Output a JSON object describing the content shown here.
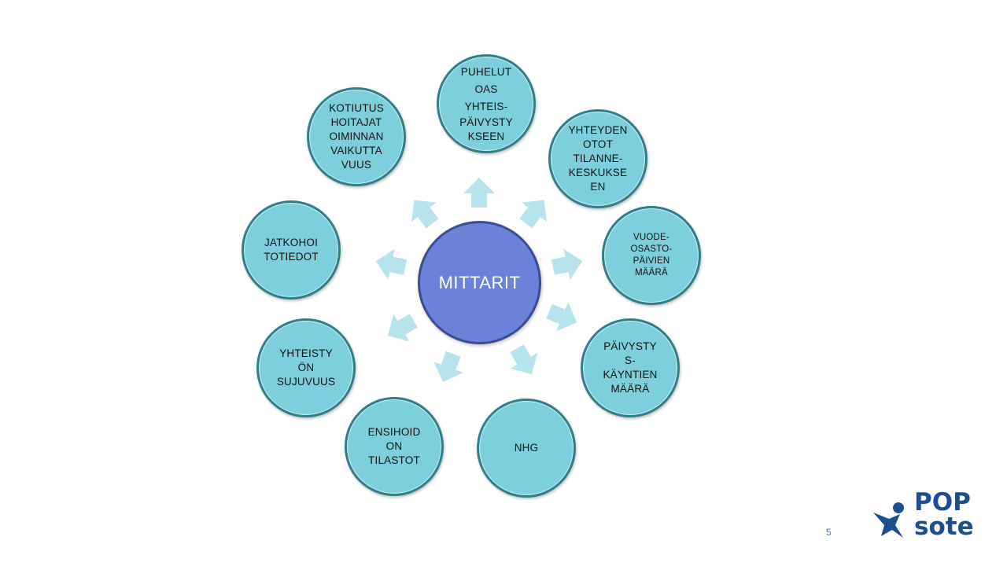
{
  "center": {
    "label": "MITTARIT"
  },
  "nodes": [
    {
      "id": "puhelut",
      "lines": [
        "PUHELUT",
        "OAS",
        "YHTEIS-",
        "PÄIVYSTY",
        "KSEEN"
      ]
    },
    {
      "id": "yhteydenotot",
      "lines": [
        "YHTEYDEN",
        "OTOT",
        "TILANNE-",
        "KESKUKSE",
        "EN"
      ]
    },
    {
      "id": "vuodeosasto",
      "lines": [
        "VUODE-",
        "OSASTO-",
        "PÄIVIEN",
        "MÄÄRÄ"
      ]
    },
    {
      "id": "paivystyskaynnit",
      "lines": [
        "PÄIVYSTY",
        "S-",
        "KÄYNTIEN",
        "MÄÄRÄ"
      ]
    },
    {
      "id": "nhg",
      "lines": [
        "NHG"
      ]
    },
    {
      "id": "ensihoito",
      "lines": [
        "ENSIHOID",
        "ON",
        "TILASTOT"
      ]
    },
    {
      "id": "yhteistyo",
      "lines": [
        "YHTEISTY",
        "ÖN",
        "SUJUVUUS"
      ]
    },
    {
      "id": "jatkohoito",
      "lines": [
        "JATKOHOI",
        "TOTIEDOT"
      ]
    },
    {
      "id": "kotiutus",
      "lines": [
        "KOTIUTUS",
        "HOITAJAT",
        "OIMINNAN",
        "VAIKUTTA",
        "VUUS"
      ]
    }
  ],
  "footer": {
    "page_number": "5"
  },
  "logo": {
    "line1": "POP",
    "line2": "sote"
  },
  "colors": {
    "node_fill": "#7ecfdd",
    "node_border": "#2f7f8b",
    "center_fill": "#6b82d9",
    "arrow": "#b7e3ec",
    "logo": "#1b4f8f"
  }
}
